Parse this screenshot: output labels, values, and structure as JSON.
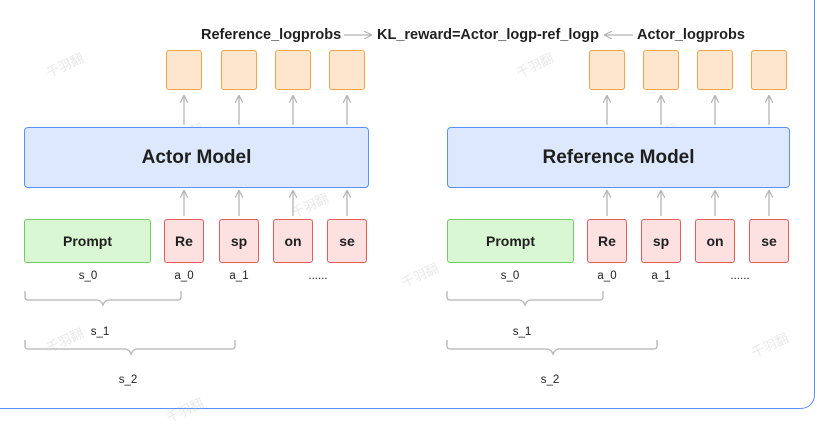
{
  "header": {
    "reference_logprobs": "Reference_logprobs",
    "kl_reward": "KL_reward=Actor_logp-ref_logp",
    "actor_logprobs": "Actor_logprobs"
  },
  "actor": {
    "model_label": "Actor Model",
    "prompt_label": "Prompt",
    "tokens": [
      "Re",
      "sp",
      "on",
      "se"
    ],
    "labels": {
      "s0": "s_0",
      "a0": "a_0",
      "a1": "a_1",
      "ellipsis": "......",
      "s1": "s_1",
      "s2": "s_2"
    }
  },
  "reference": {
    "model_label": "Reference Model",
    "prompt_label": "Prompt",
    "tokens": [
      "Re",
      "sp",
      "on",
      "se"
    ],
    "labels": {
      "s0": "s_0",
      "a0": "a_0",
      "a1": "a_1",
      "ellipsis": "......",
      "s1": "s_1",
      "s2": "s_2"
    }
  },
  "watermark": "千羽翻",
  "colors": {
    "model_fill": "#dde8fd",
    "model_border": "#5b8ff9",
    "prompt_fill": "#d9f7d2",
    "prompt_border": "#6fce62",
    "token_fill": "#fde1e1",
    "token_border": "#e85b5b",
    "output_fill": "#fde6cd",
    "output_border": "#f0a645",
    "arrow": "#b5b5b5"
  }
}
